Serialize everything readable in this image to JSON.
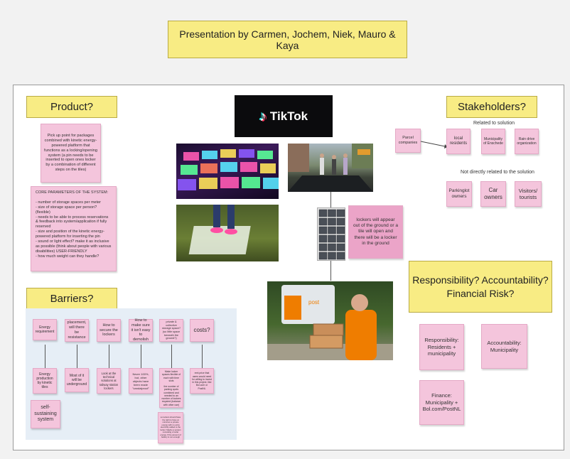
{
  "header_note": "Presentation by Carmen, Jochem, Niek, Mauro & Kaya",
  "product": {
    "title": "Product?",
    "note1": "Pick up point for packages combined with kinetic energy-powered platform that functions as a locking/opening system (a pin needs to be inserted to open ones locker by a combination of different steps on the tiles)",
    "core_title": "CORE PARAMETERS OF THE SYSTEM:",
    "core_lines": [
      "- number of storage spaces per meter",
      "- size of storage space per person? (flexible)",
      "- needs to be able to process reservations & feedback into system/application if fully reserved",
      "- size and position of the kinetic energy-powered platform for inserting the pin",
      "- sound or light effect? make it as inclusive as possible (think about people with various disabilities) USER-FRIENDLY",
      "- how much weight can they handle?"
    ]
  },
  "barriers": {
    "title": "Barriers?",
    "top_notes": [
      "Energy requirement",
      "placement, will there be resistance",
      "How to secure the lockers",
      "How to make sure it isn't easy to demolish",
      "private & collective storage space? (so little space beneath the ground?)",
      "costs?"
    ],
    "bottom_notes": [
      "Energy production by kinetic tiles",
      "Most of it will be underground",
      "Look at the technical solutions at railway station lockers",
      "Never 100%, but, other objects have been made \"vandalproof\"",
      "Make locker spaces flexible of each with time slots",
      "rent price that users would need for willing to invest in this project, like Bol.com or PostNL"
    ],
    "extra_note": "self-sustaining system",
    "small_note_a": "the number of parking spots combined and needed to an number of lockers required (balance with other use)",
    "small_note_b": "so lockers should have the right to have at minimum a private energy with no extra electricity added to the locker. Maybe a system consisting of solar energy. If the amount of battery is not enough"
  },
  "tiktok": {
    "label": "TikTok"
  },
  "locker_note": "lockers will appear out of the ground or a tile will open and there will be a locker in the ground",
  "stakeholders": {
    "title": "Stakeholders?",
    "related_label": "Related to solution",
    "not_related_label": "Not directly related to the solution",
    "parcel": "Parcel companies",
    "related": [
      "local residents",
      "Municipality of Enschede",
      "Rain drive organization"
    ],
    "not_related": [
      "Parkinglot owners",
      "Car owners",
      "Visitors/ tourists"
    ]
  },
  "responsibility": {
    "title": "Responsibility? Accountability? Financial Risk?",
    "notes": [
      "Responsibility: Residents + municipality",
      "Accountability: Municipality",
      "Finance: Municipality + Bol.com/PostNL"
    ]
  },
  "postnl_logo": "post",
  "colors": {
    "sticky_yellow": "#f8ec84",
    "sticky_pink": "#f4c5dc",
    "board_background": "#ffffff",
    "canvas_background": "#f2f2f2"
  }
}
